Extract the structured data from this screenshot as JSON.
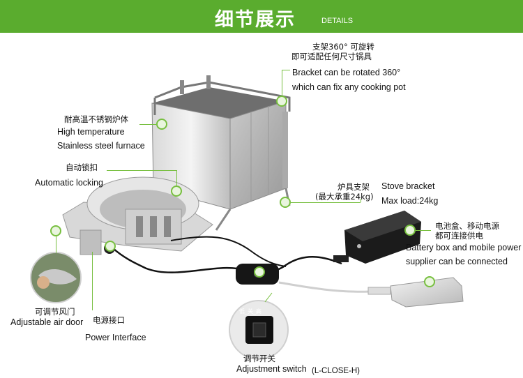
{
  "header": {
    "title_cn": "细节展示",
    "title_en": "DETAILS"
  },
  "callouts": {
    "bracket": {
      "cn1": "支架360° 可旋转",
      "cn2": "即可适配任何尺寸锅具",
      "en1": "Bracket can be rotated 360°",
      "en2": "which can fix any cooking pot"
    },
    "furnace": {
      "cn": "耐高温不锈钢炉体",
      "en1": "High temperature",
      "en2": "Stainless steel furnace"
    },
    "locking": {
      "cn": "自动锁扣",
      "en": "Automatic locking"
    },
    "stove_bracket": {
      "cn1": "炉具支架",
      "cn2": "(最大承重24kg)",
      "en1": "Stove bracket",
      "en2": "Max load:24kg"
    },
    "battery": {
      "cn1": "电池盒、移动电源",
      "cn2": "都可连接供电",
      "en1": "Battery box and mobile power",
      "en2": "supplier can be connected"
    },
    "air_door": {
      "cn": "可调节风门",
      "en": "Adjustable air door"
    },
    "power": {
      "cn": "电源接口",
      "en": "Power Interface"
    },
    "switch": {
      "cn": "调节开关",
      "en": "Adjustment switch",
      "mode": "(L-CLOSE-H)",
      "mark": "低_关_高"
    }
  },
  "colors": {
    "header_bg": "#5aac2e",
    "accent": "#77bf3f"
  }
}
